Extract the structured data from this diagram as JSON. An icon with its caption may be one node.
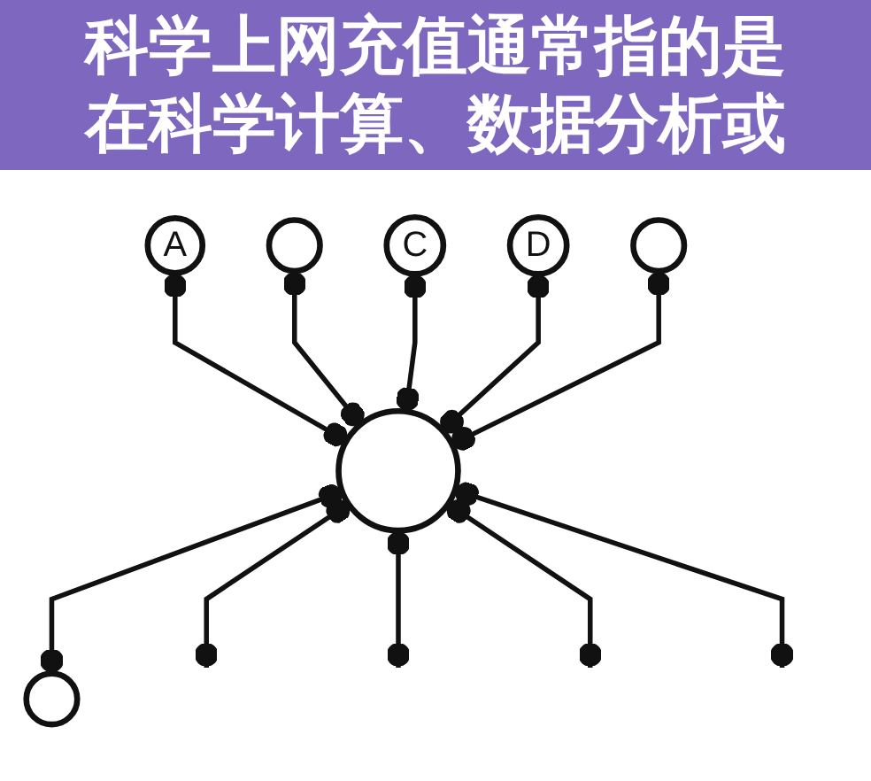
{
  "diagram": {
    "title": "科学上网充值通常指的是在科学计算、数据分析或",
    "nodes": [
      {
        "text": [
          "C"
        ]
      },
      {
        "text": [
          "D"
        ]
      },
      {
        "text": [],
        "shape": "circle"
      },
      {
        "text": [],
        "shape": "circle"
      },
      {
        "text": [
          "A"
        ]
      },
      {
        "text": [],
        "shape": "circle"
      },
      {
        "text": [],
        "shape": "circle"
      }
    ],
    "edges": [
      {
        "from": 4,
        "to": 5,
        "arrow": "other"
      },
      {
        "from": 2,
        "to": 5,
        "arrow": "other"
      },
      {
        "from": 0,
        "to": 5,
        "arrow": "other"
      },
      {
        "from": 1,
        "to": 5,
        "arrow": "other"
      },
      {
        "from": 3,
        "to": 5,
        "arrow": "other"
      },
      {
        "from": 5,
        "to": 6,
        "arrow": "other"
      },
      {
        "from": 5,
        "to": null,
        "arrow": "other"
      },
      {
        "from": 5,
        "to": null,
        "arrow": "other"
      },
      {
        "from": 5,
        "to": null,
        "arrow": "other"
      },
      {
        "from": 5,
        "to": null,
        "arrow": "other"
      }
    ]
  }
}
